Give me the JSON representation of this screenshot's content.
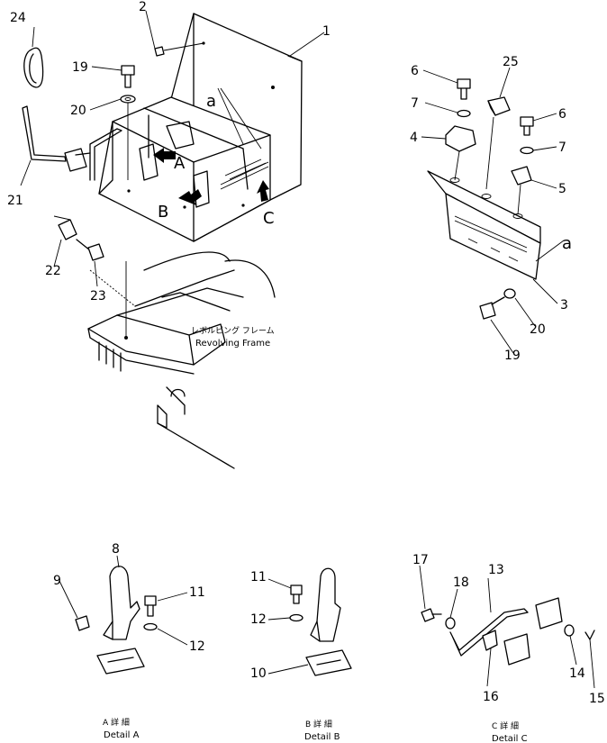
{
  "part_numbers": [
    "1",
    "2",
    "3",
    "4",
    "5",
    "6",
    "6",
    "7",
    "7",
    "8",
    "9",
    "10",
    "11",
    "11",
    "12",
    "12",
    "13",
    "14",
    "15",
    "16",
    "17",
    "18",
    "19",
    "19",
    "20",
    "20",
    "21",
    "22",
    "23",
    "24",
    "25"
  ],
  "view_letters": {
    "a_main": "a",
    "a_right": "a",
    "A": "A",
    "B": "B",
    "C": "C"
  },
  "frame_label": {
    "jp": "レボルビング フレーム",
    "en": "Revolving Frame"
  },
  "details": [
    {
      "jp": "A 詳 細",
      "en": "Detail A"
    },
    {
      "jp": "B 詳 細",
      "en": "Detail B"
    },
    {
      "jp": "C 詳 細",
      "en": "Detail C"
    }
  ]
}
